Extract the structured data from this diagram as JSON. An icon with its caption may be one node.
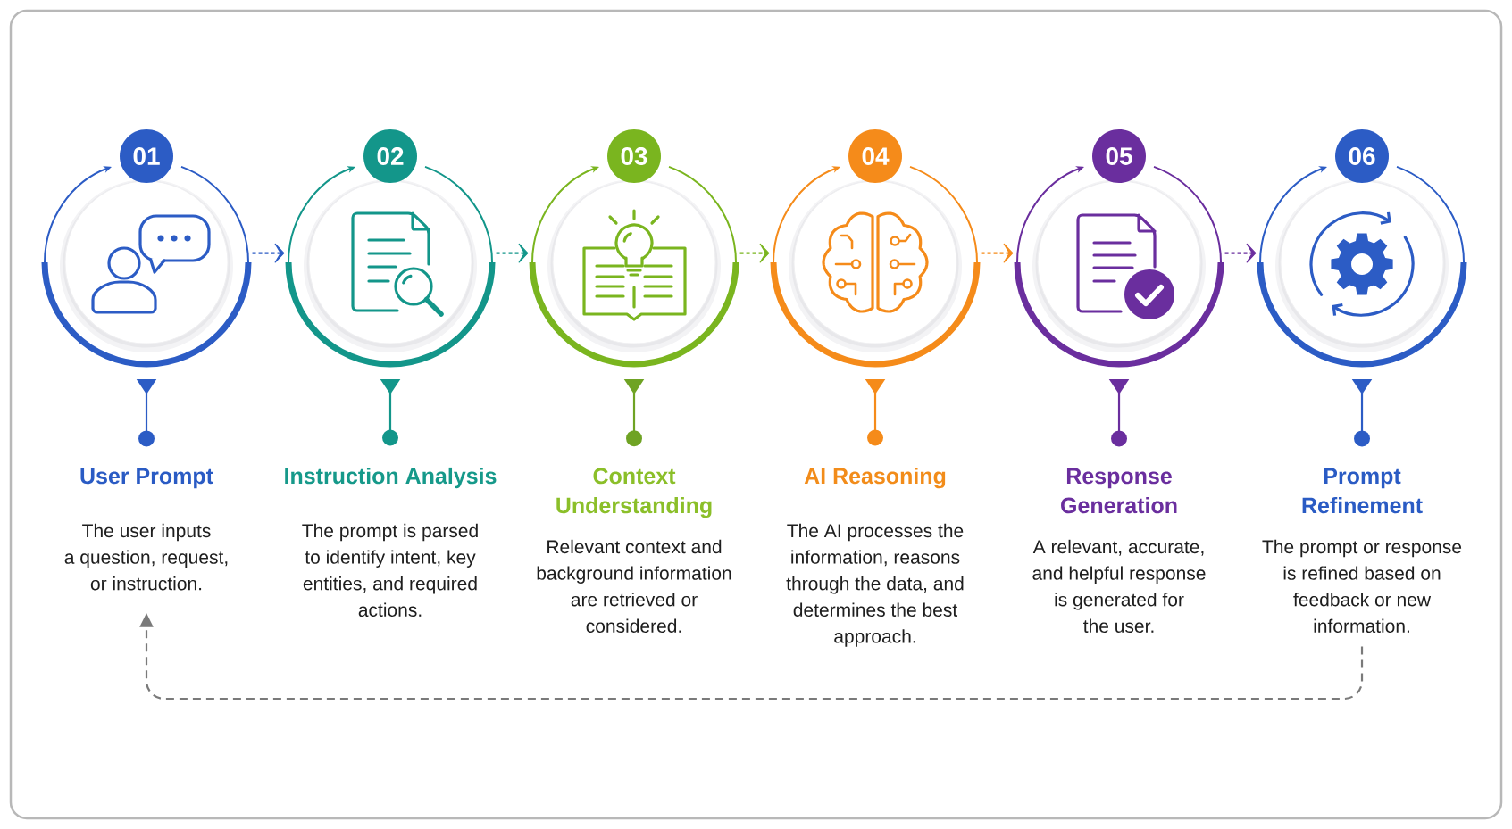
{
  "diagram": {
    "nodes": [
      {
        "text": [
          "01"
        ]
      },
      {
        "text": [
          "02"
        ]
      },
      {
        "text": [
          "03"
        ]
      },
      {
        "text": [
          "04"
        ]
      },
      {
        "text": [
          "05"
        ]
      },
      {
        "text": [
          "06"
        ]
      },
      {
        "text": [
          "User Prompt",
          "The user inputs a question, request, or instruction."
        ]
      },
      {
        "text": [
          "Instruction Analysis",
          "The prompt is parsed to identify intent, key entities, and required actions."
        ]
      },
      {
        "text": [
          "Context Understanding",
          "Relevant context and background information are retrieved or considered."
        ]
      },
      {
        "text": [
          "AI Reasoning",
          "The AI processes the information, reasons through the data, and determines the best approach."
        ]
      },
      {
        "text": [
          "Response Generation",
          "A relevant, accurate, and helpful response is generated for the user."
        ]
      },
      {
        "text": [
          "Prompt Refinement",
          "The prompt or response is refined based on feedback or new information."
        ]
      }
    ],
    "edges": [
      {
        "from": 0,
        "to": 1,
        "arrow": "to",
        "style": "dashed",
        "color": "#2c5cc5"
      },
      {
        "from": 1,
        "to": 2,
        "arrow": "to",
        "style": "dashed",
        "color": "#13968a"
      },
      {
        "from": 2,
        "to": 3,
        "arrow": "to",
        "style": "dashed",
        "color": "#7ab51f"
      },
      {
        "from": 3,
        "to": 4,
        "arrow": "to",
        "style": "dashed",
        "color": "#f58b1a"
      },
      {
        "from": 4,
        "to": 5,
        "arrow": "to",
        "style": "dashed",
        "color": "#6a2e9e"
      },
      {
        "from": 0,
        "to": 6,
        "arrow": "to",
        "color": "#2c5cc5"
      },
      {
        "from": 1,
        "to": 7,
        "arrow": "to",
        "color": "#13968a"
      },
      {
        "from": 2,
        "to": 8,
        "arrow": "to",
        "color": "#6fa324"
      },
      {
        "from": 3,
        "to": 9,
        "arrow": "to",
        "color": "#f58b1a"
      },
      {
        "from": 4,
        "to": 10,
        "arrow": "to",
        "color": "#6a2e9e"
      },
      {
        "from": 5,
        "to": 11,
        "arrow": "to",
        "color": "#2c5cc5"
      },
      {
        "from": 11,
        "to": 6,
        "arrow": "to",
        "style": "dashed",
        "color": "#7a7a7a"
      }
    ]
  }
}
